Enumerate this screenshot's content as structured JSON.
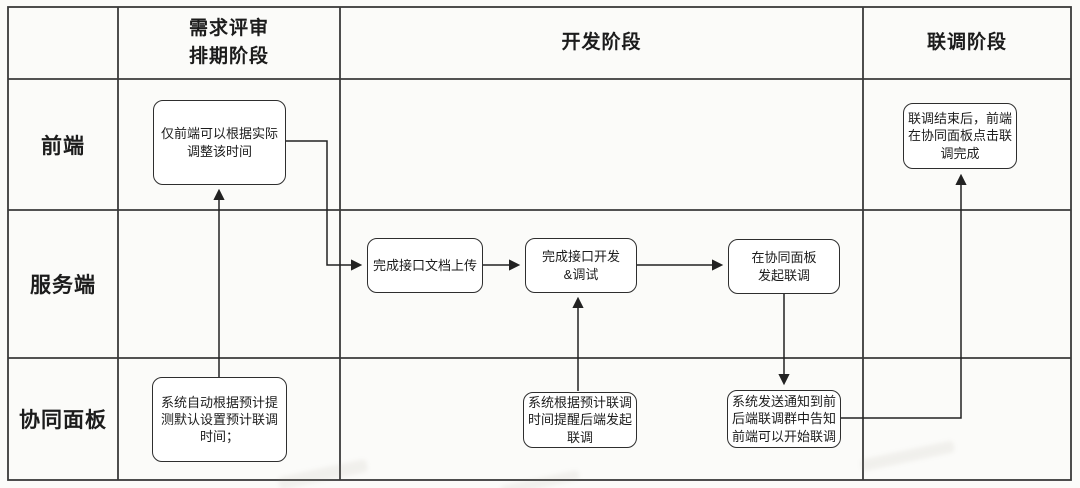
{
  "diagram": {
    "type": "swimlane-flowchart",
    "columns": [
      {
        "label": "需求评审\n排期阶段"
      },
      {
        "label": "开发阶段"
      },
      {
        "label": "联调阶段"
      }
    ],
    "rows": [
      {
        "label": "前端"
      },
      {
        "label": "服务端"
      },
      {
        "label": "协同面板"
      }
    ],
    "nodes": [
      {
        "name": "frontend-adjust-time",
        "lane": "前端",
        "phase": "需求评审排期阶段",
        "text": "仅前端可以根据实际\n调整该时间"
      },
      {
        "name": "upload-api-doc",
        "lane": "服务端",
        "phase": "开发阶段",
        "text": "完成接口文档上传"
      },
      {
        "name": "finish-api-dev",
        "lane": "服务端",
        "phase": "开发阶段",
        "text": "完成接口开发\n&调试"
      },
      {
        "name": "launch-joint-debug",
        "lane": "服务端",
        "phase": "开发阶段",
        "text": "在协同面板\n发起联调"
      },
      {
        "name": "click-joint-done",
        "lane": "前端",
        "phase": "联调阶段",
        "text": "联调结束后，前端\n在协同面板点击联\n调完成"
      },
      {
        "name": "auto-set-time",
        "lane": "协同面板",
        "phase": "需求评审排期阶段",
        "text": "系统自动根据预计提\n测默认设置预计联调\n时间；"
      },
      {
        "name": "remind-backend",
        "lane": "协同面板",
        "phase": "开发阶段",
        "text": "系统根据预计联调\n时间提醒后端发起\n联调"
      },
      {
        "name": "notify-debug-group",
        "lane": "协同面板",
        "phase": "开发阶段",
        "text": "系统发送通知到前\n后端联调群中告知\n前端可以开始联调"
      }
    ],
    "colors": {
      "grid_line": "#3a3a3a",
      "connector_line": "#222222",
      "box_border": "#2e2e2e",
      "box_fill": "#ffffff",
      "background": "#fbfbf9",
      "text": "#1c1c1c"
    }
  }
}
